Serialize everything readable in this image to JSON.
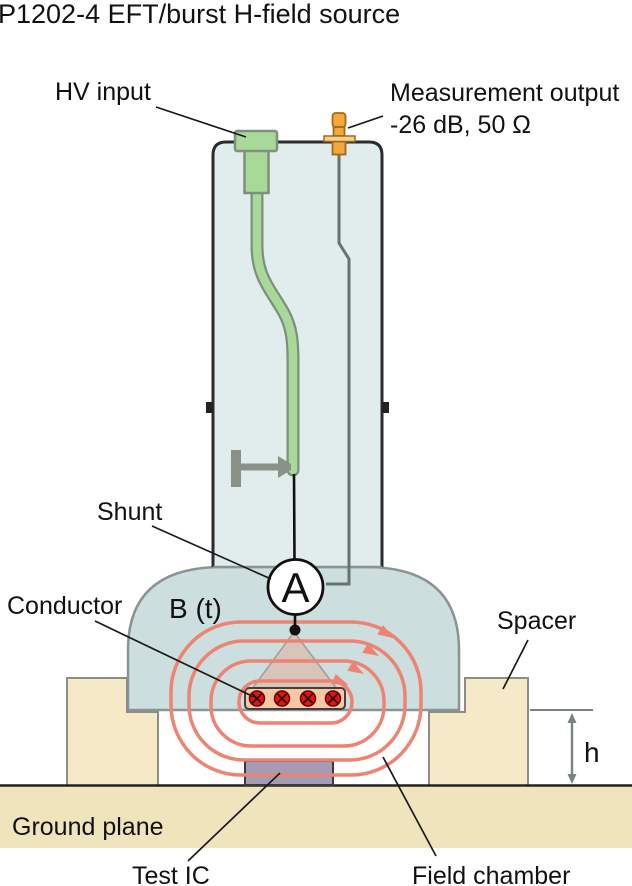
{
  "title": "P1202-4 EFT/burst H-field source",
  "labels": {
    "hv_input": "HV input",
    "measurement_output": "Measurement output",
    "measurement_output_spec": "-26 dB, 50 Ω",
    "shunt": "Shunt",
    "b_field": "B (t)",
    "conductor": "Conductor",
    "spacer": "Spacer",
    "ammeter": "A",
    "height": "h",
    "ground_plane": "Ground plane",
    "test_ic": "Test IC",
    "field_chamber": "Field chamber"
  },
  "colors": {
    "enclosure_body": "#e0edec",
    "enclosure_base": "#ccdedd",
    "hv_connector": "#a9d998",
    "output_connector": "#f2a83e",
    "output_connector_flange": "#f7cf8f",
    "field_line": "#ee8273",
    "cone": "#d9c3b7",
    "conductor_bar": "#f7c9a2",
    "conductor_wire": "#ee1010",
    "spacer": "#f5e9c8",
    "ground_plane": "#f0e4bc",
    "test_ic": "#a39cb4"
  },
  "field": {
    "loop_count": 4,
    "direction": "clockwise",
    "wire_symbol_count": 4
  }
}
